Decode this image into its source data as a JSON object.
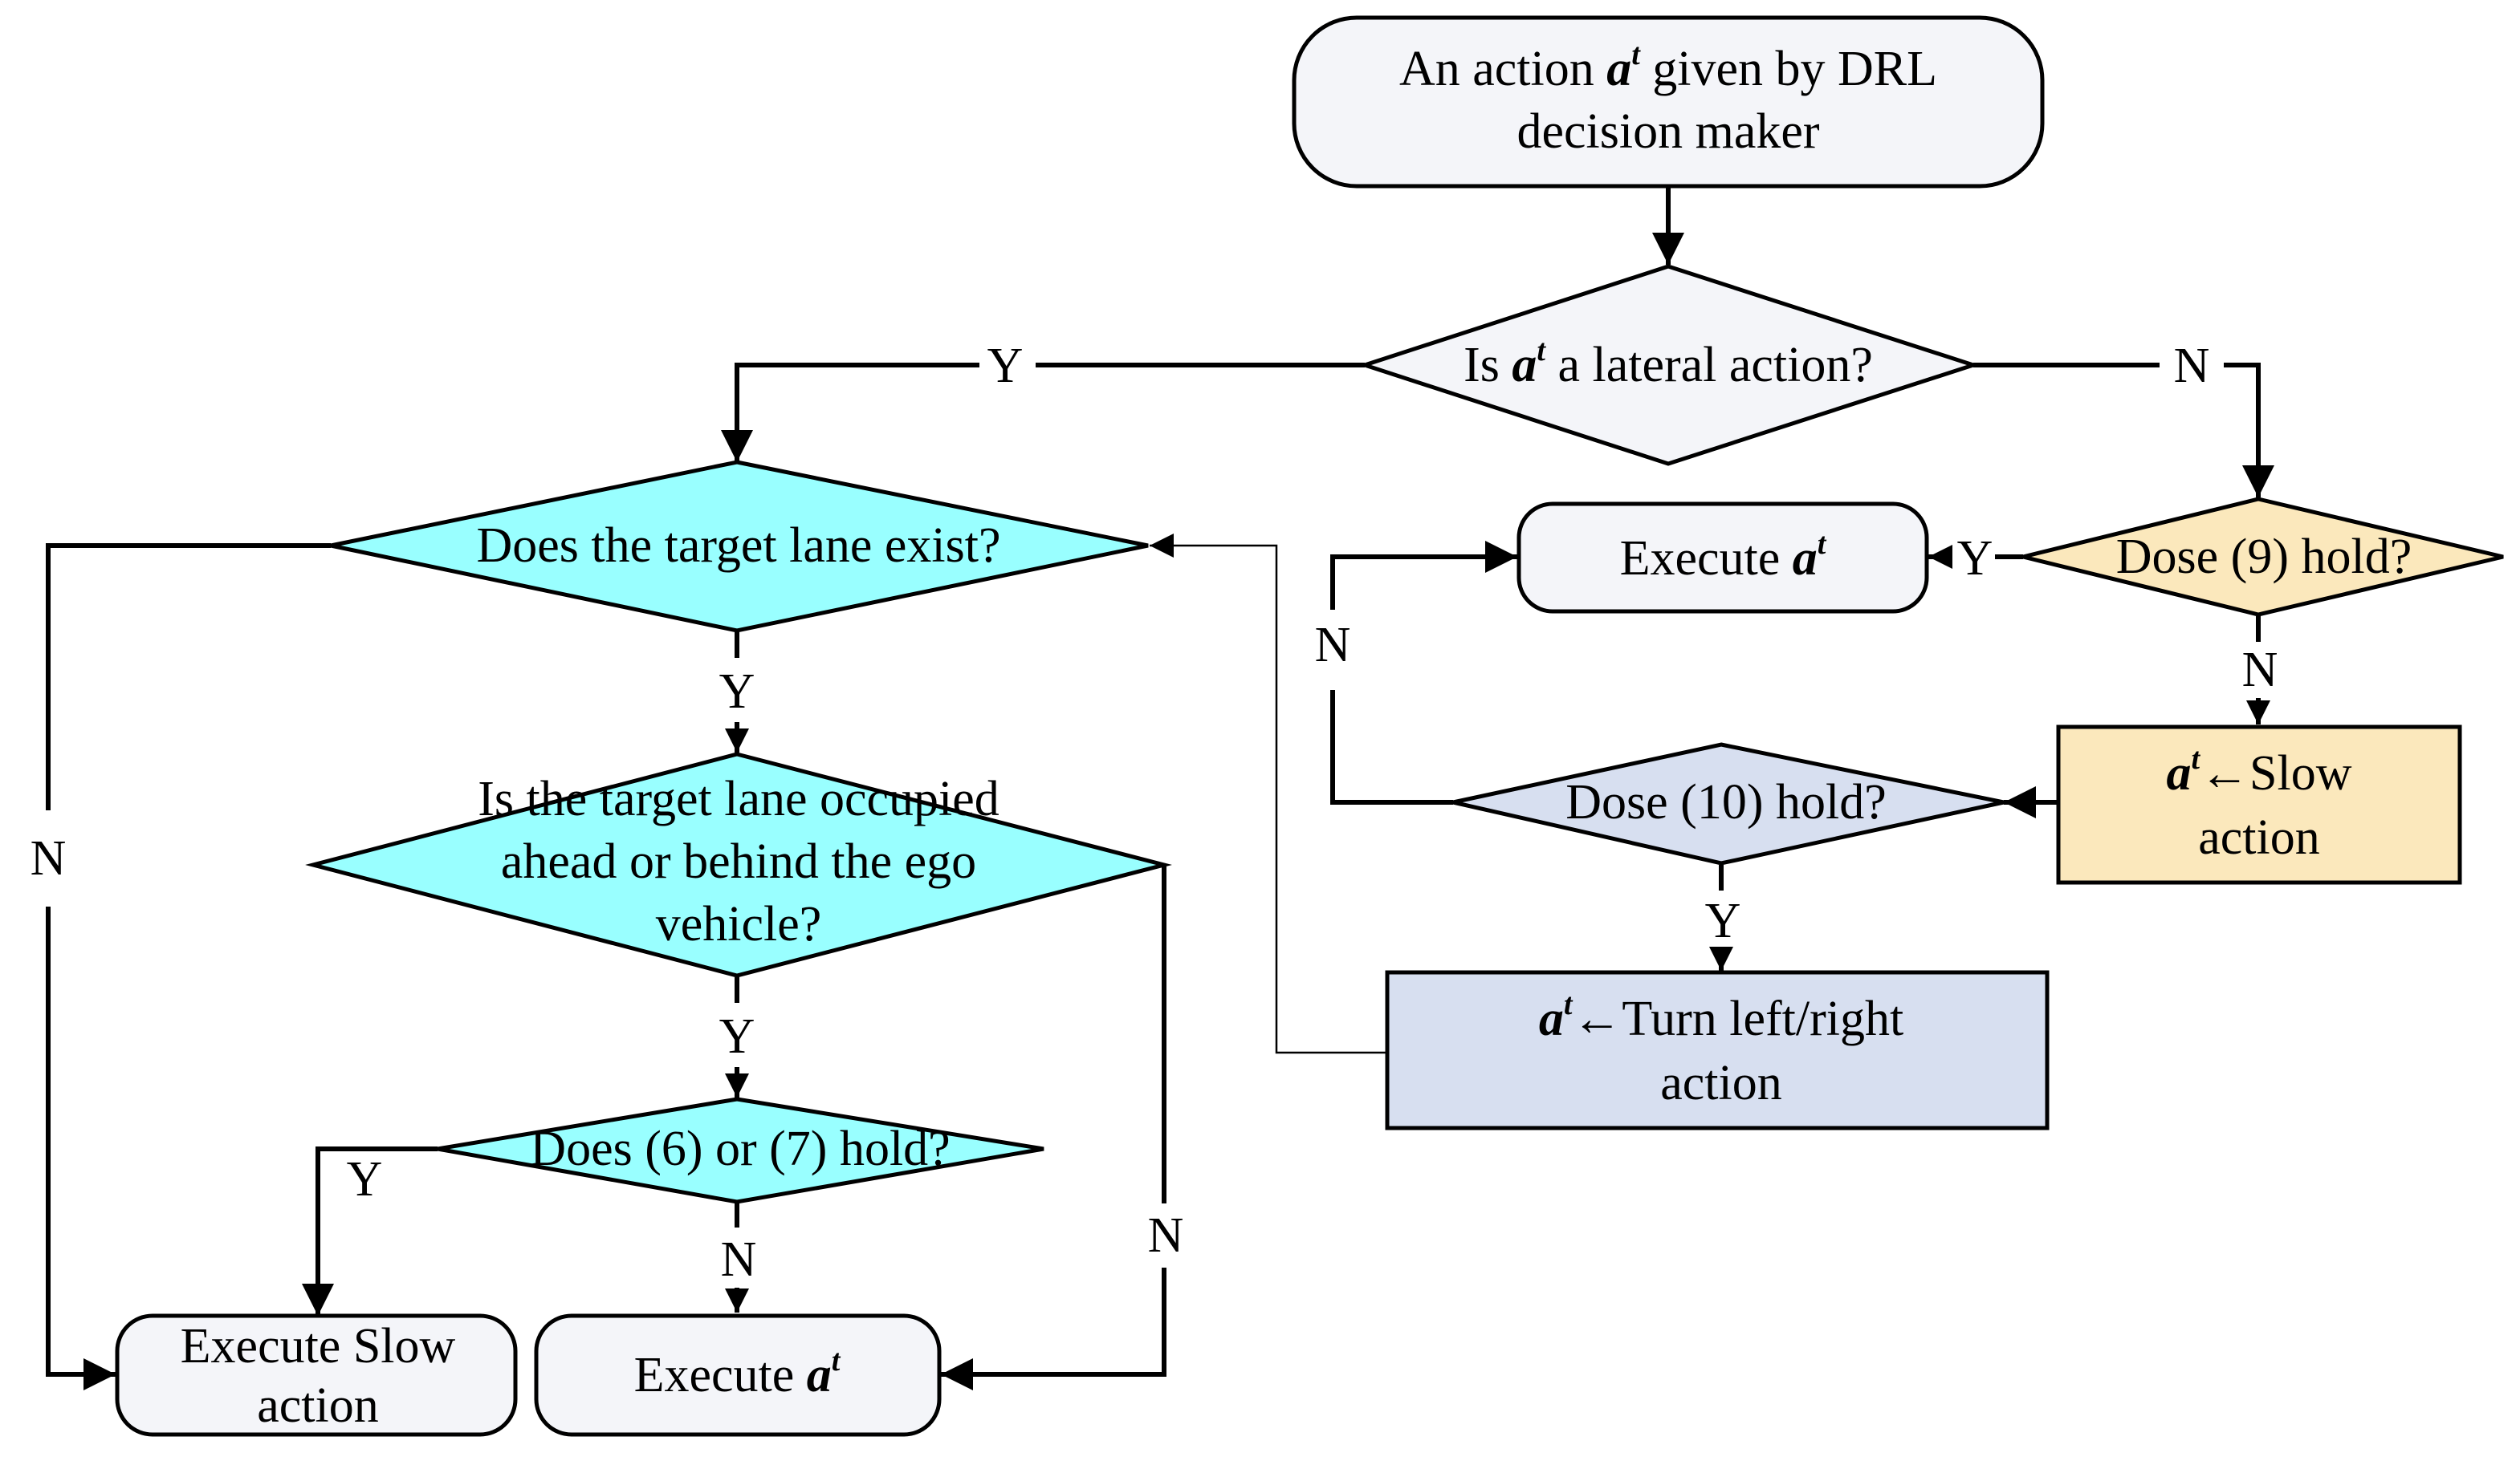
{
  "colors": {
    "node_fill": "#f4f5f9",
    "cyan": "#99ffff",
    "yellow": "#fbe8bc",
    "blue": "#d7dff0",
    "stroke": "#000000"
  },
  "nodes": {
    "start_line1_pre": "An action ",
    "start_line1_var": "a",
    "start_line1_sup": "t",
    "start_line1_post": " given by DRL",
    "start_line2": "decision maker",
    "lateral_pre": "Is ",
    "lateral_var": "a",
    "lateral_sup": "t",
    "lateral_post": " a lateral action?",
    "target_exist": "Does the target lane exist?",
    "occupied_line1": "Is the target lane occupied",
    "occupied_line2": "ahead or behind the ego",
    "occupied_line3": "vehicle?",
    "hold_6_7": "Does (6) or (7) hold?",
    "exec_slow_line1": "Execute Slow",
    "exec_slow_line2": "action",
    "exec_bottom_pre": "Execute ",
    "exec_bottom_var": "a",
    "exec_bottom_sup": "t",
    "exec_right_pre": "Execute ",
    "exec_right_var": "a",
    "exec_right_sup": "t",
    "hold_9": "Dose (9) hold?",
    "slow_var": "a",
    "slow_sup": "t",
    "slow_line1_post": "←Slow",
    "slow_line2": "action",
    "hold_10": "Dose (10) hold?",
    "turn_var": "a",
    "turn_sup": "t",
    "turn_line1_post": "←Turn left/right",
    "turn_line2": "action"
  },
  "edge_labels": {
    "lateral_yes": "Y",
    "lateral_no": "N",
    "target_exist_yes": "Y",
    "target_exist_no": "N",
    "occupied_yes": "Y",
    "occupied_no": "N",
    "hold_6_7_yes": "Y",
    "hold_6_7_no": "N",
    "hold_9_yes": "Y",
    "hold_9_no": "N",
    "hold_10_yes": "Y",
    "hold_10_no": "N"
  }
}
